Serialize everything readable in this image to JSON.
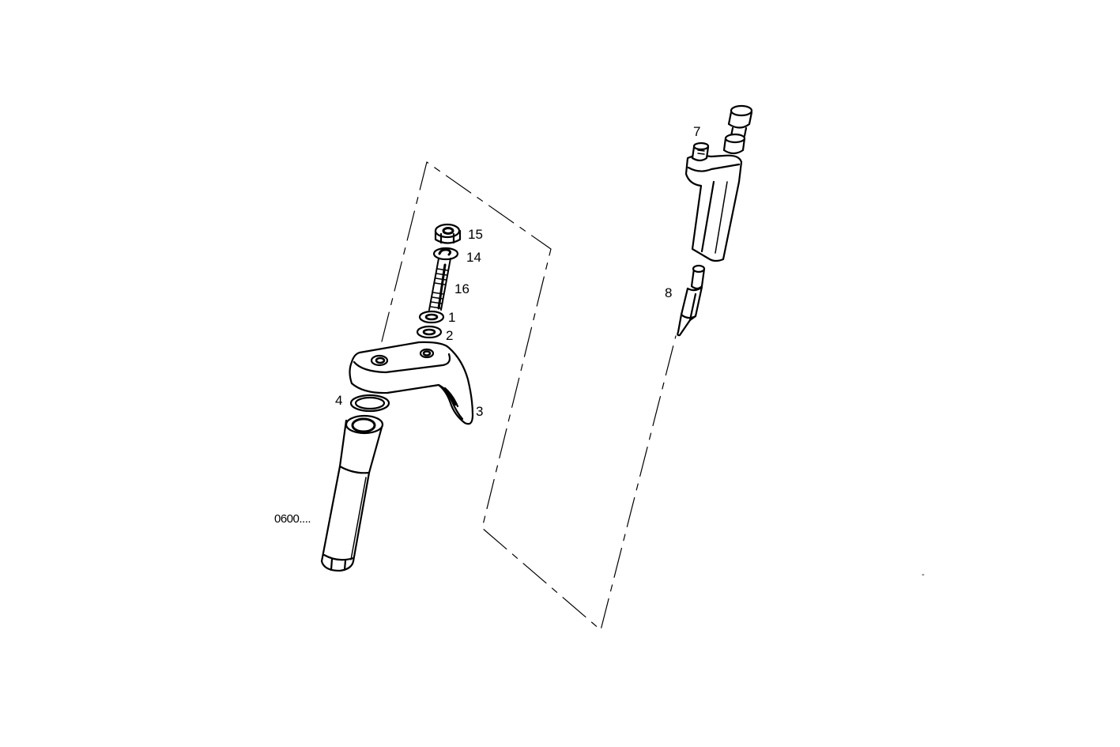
{
  "diagram": {
    "type": "exploded-parts-view",
    "line_color": "#000000",
    "background": "#ffffff",
    "labels": [
      {
        "id": "15",
        "text": "15",
        "part": "nut"
      },
      {
        "id": "14",
        "text": "14",
        "part": "spring-washer"
      },
      {
        "id": "16",
        "text": "16",
        "part": "stud"
      },
      {
        "id": "1",
        "text": "1",
        "part": "washer"
      },
      {
        "id": "2",
        "text": "2",
        "part": "washer"
      },
      {
        "id": "3",
        "text": "3",
        "part": "clamp-bracket"
      },
      {
        "id": "4",
        "text": "4",
        "part": "sealing-ring"
      },
      {
        "id": "7",
        "text": "7",
        "part": "bleed-screw"
      },
      {
        "id": "8",
        "text": "8",
        "part": "nozzle"
      },
      {
        "id": "ref",
        "text": "0600....",
        "part": "injector-holder"
      }
    ],
    "mark": "-"
  }
}
